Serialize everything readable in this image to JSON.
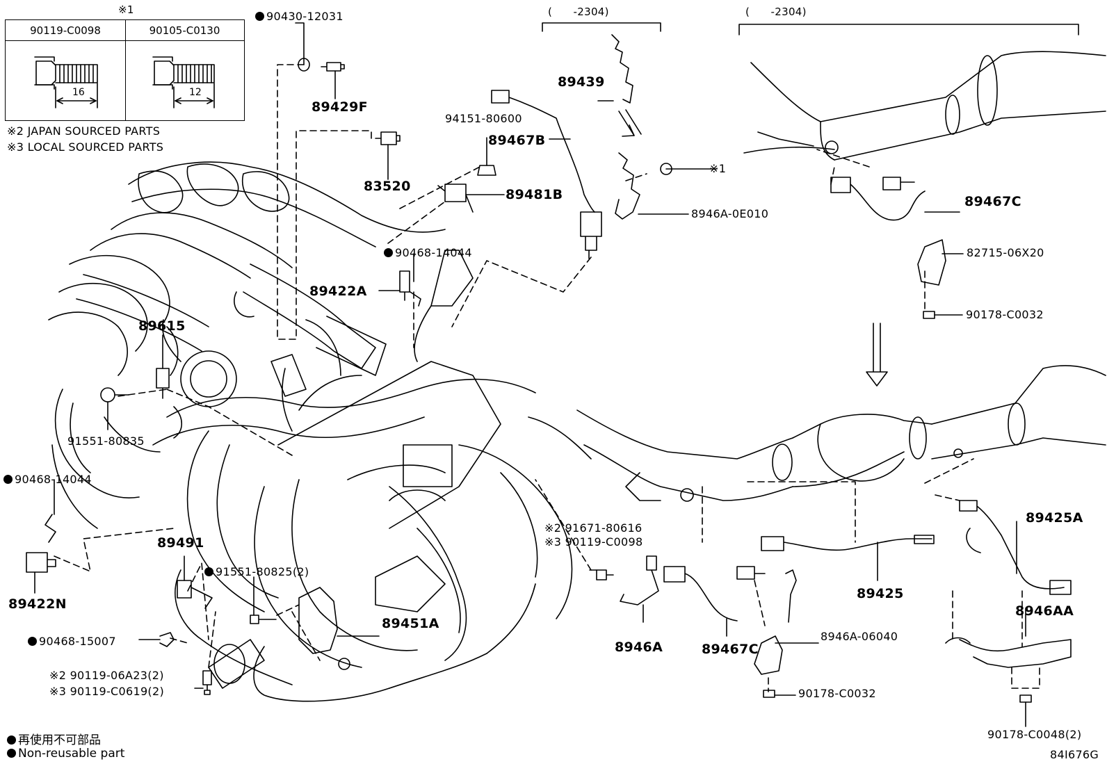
{
  "ref_table": {
    "mark": "※1",
    "col1_part": "90119-C0098",
    "col2_part": "90105-C0130",
    "col1_dim": "16",
    "col2_dim": "12"
  },
  "notes": {
    "note2": "※2 JAPAN SOURCED PARTS",
    "note3": "※3 LOCAL SOURCED PARTS"
  },
  "range_labels": {
    "top_center": "(      -2304)",
    "top_right": "(      -2304)"
  },
  "parts": {
    "p90430": "90430-12031",
    "p89429F": "89429F",
    "p83520": "83520",
    "p94151": "94151-80600",
    "p89467B": "89467B",
    "p89481B": "89481B",
    "p89439": "89439",
    "p_mark1": "※1",
    "p8946A_0E010": "8946A-0E010",
    "p89467C_top": "89467C",
    "p82715": "82715-06X20",
    "p90178_top": "90178-C0032",
    "p90468_14044_a": "90468-14044",
    "p89422A": "89422A",
    "p89615": "89615",
    "p91551_80835": "91551-80835",
    "p90468_14044_b": "90468-14044",
    "p89422N": "89422N",
    "p89491": "89491",
    "p91551_80825": "91551-80825(2)",
    "p89451A": "89451A",
    "p90468_15007": "90468-15007",
    "p90119_06A23": "※2 90119-06A23(2)",
    "p90119_C0619": "※3 90119-C0619(2)",
    "p91671": "※2 91671-80616",
    "p90119_C0098": "※3 90119-C0098",
    "p8946A": "8946A",
    "p89467C_bot": "89467C",
    "p8946A_06040": "8946A-06040",
    "p90178_bot": "90178-C0032",
    "p89425": "89425",
    "p89425A": "89425A",
    "p8946AA": "8946AA",
    "p90178_C0048": "90178-C0048(2)"
  },
  "legend": {
    "jp": "再使用不可部品",
    "en": "Non-reusable part"
  },
  "diagram_code": "84I676G"
}
